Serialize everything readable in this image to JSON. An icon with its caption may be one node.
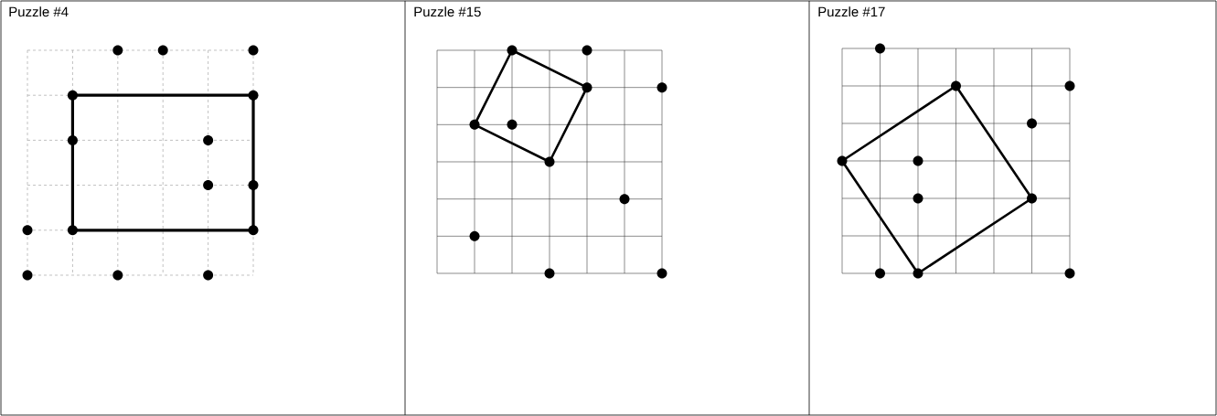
{
  "diagram": {
    "labels": [
      "Puzzle #4",
      "Puzzle #15",
      "Puzzle #17"
    ]
  }
}
